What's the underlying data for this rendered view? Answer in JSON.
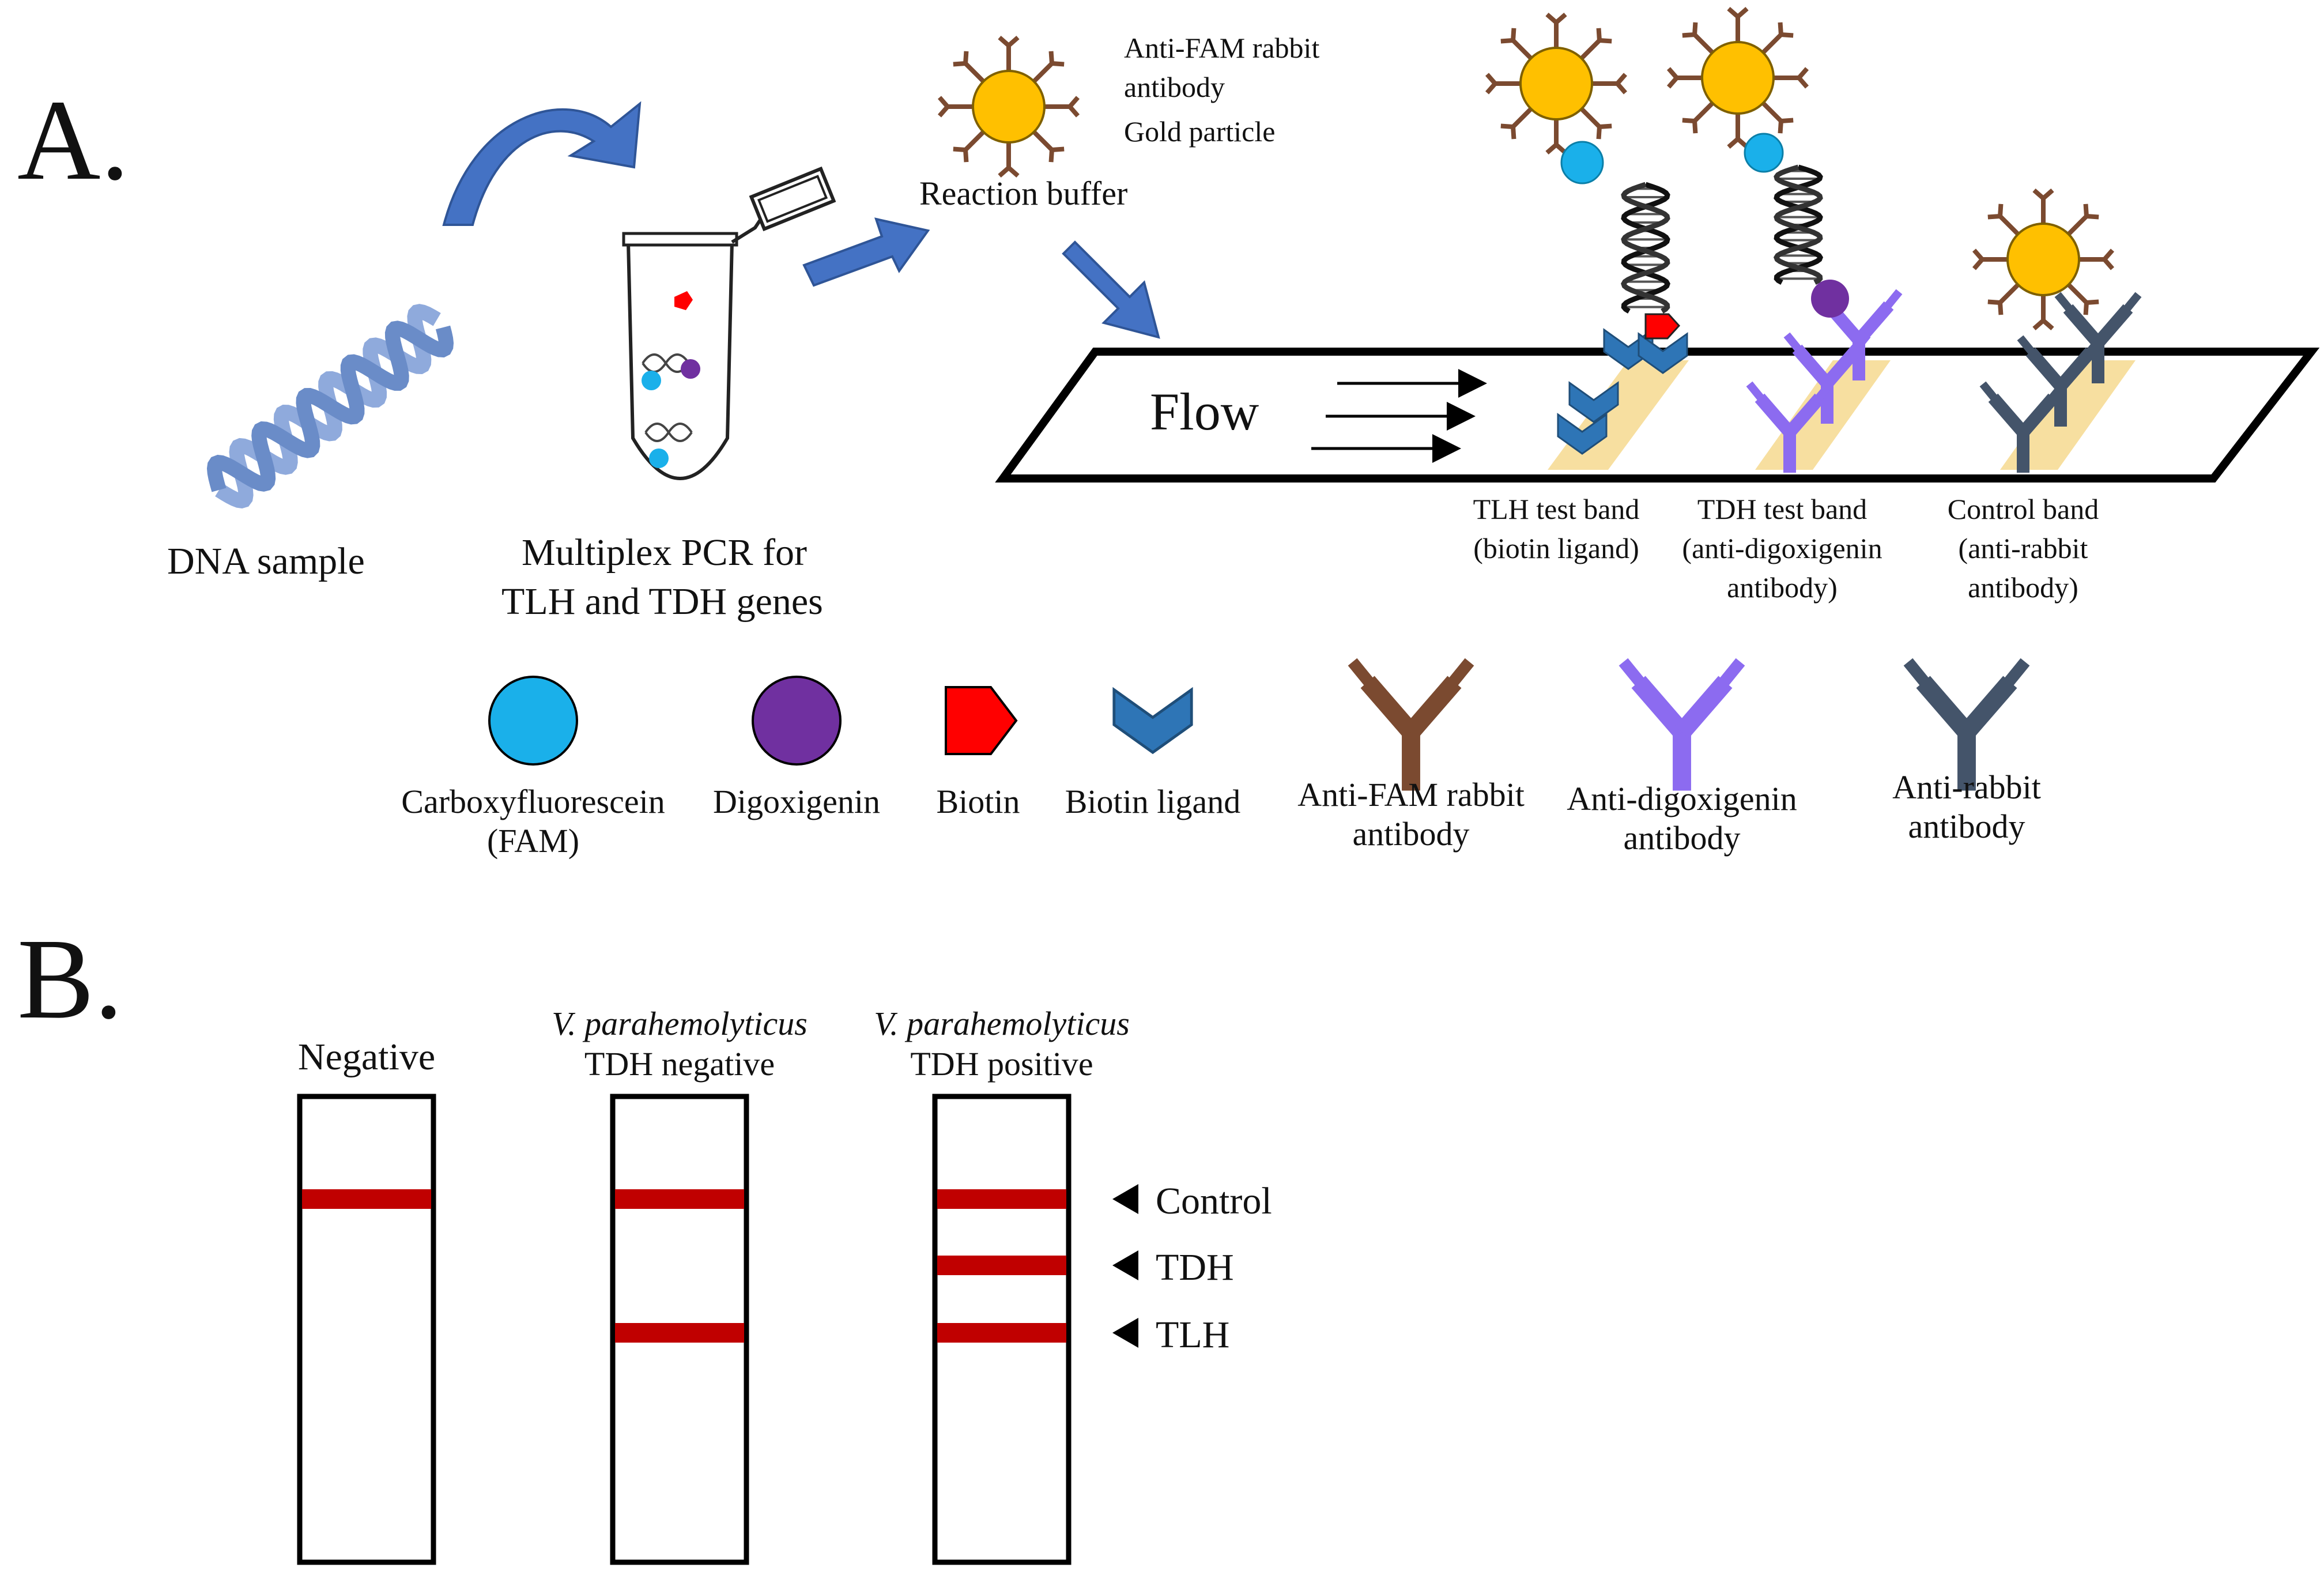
{
  "panel_a": {
    "letter": "A.",
    "dna_sample_label": "DNA sample",
    "pcr_label": [
      "Multiplex PCR for",
      "TLH and TDH genes"
    ],
    "reaction_buffer_label": "Reaction buffer",
    "gold_labels": [
      "Anti-FAM rabbit",
      "antibody",
      "Gold particle"
    ],
    "flow_label": "Flow",
    "bands": [
      {
        "lines": [
          "TLH test band",
          "(biotin ligand)"
        ]
      },
      {
        "lines": [
          "TDH test band",
          "(anti-digoxigenin",
          "antibody)"
        ]
      },
      {
        "lines": [
          "Control band",
          "(anti-rabbit",
          "antibody)"
        ]
      }
    ],
    "legend": [
      {
        "icon": "fam-circle-icon",
        "color": "#1AB0EA",
        "lines": [
          "Carboxyfluorescein",
          "(FAM)"
        ]
      },
      {
        "icon": "digoxigenin-circle-icon",
        "color": "#7030A0",
        "lines": [
          "Digoxigenin"
        ]
      },
      {
        "icon": "biotin-pentagon-icon",
        "color": "#FF0000",
        "lines": [
          "Biotin"
        ]
      },
      {
        "icon": "biotin-ligand-chevron-icon",
        "color": "#2E75B6",
        "lines": [
          "Biotin ligand"
        ]
      },
      {
        "icon": "anti-fam-antibody-icon",
        "color": "#7B4A30",
        "lines": [
          "Anti-FAM rabbit",
          "antibody"
        ]
      },
      {
        "icon": "anti-digoxigenin-antibody-icon",
        "color": "#8C6BF0",
        "lines": [
          "Anti-digoxigenin",
          "antibody"
        ]
      },
      {
        "icon": "anti-rabbit-antibody-icon",
        "color": "#44546A",
        "lines": [
          "Anti-rabbit",
          "antibody"
        ]
      }
    ]
  },
  "panel_b": {
    "letter": "B.",
    "strips": [
      {
        "title_italic": "",
        "title": "Negative",
        "bands": [
          "control"
        ]
      },
      {
        "title_italic": "V. parahemolyticus",
        "title": "TDH negative",
        "bands": [
          "control",
          "tlh"
        ]
      },
      {
        "title_italic": "V. parahemolyticus",
        "title": "TDH positive",
        "bands": [
          "control",
          "tdh",
          "tlh"
        ]
      }
    ],
    "markers": [
      "Control",
      "TDH",
      "TLH"
    ]
  },
  "colors": {
    "gold": "#FFC000",
    "arrow_blue": "#4472C4",
    "band_red": "#C00000",
    "pad_yellow": "#F7DFA0",
    "dna_light_blue": "#8FAADC"
  }
}
